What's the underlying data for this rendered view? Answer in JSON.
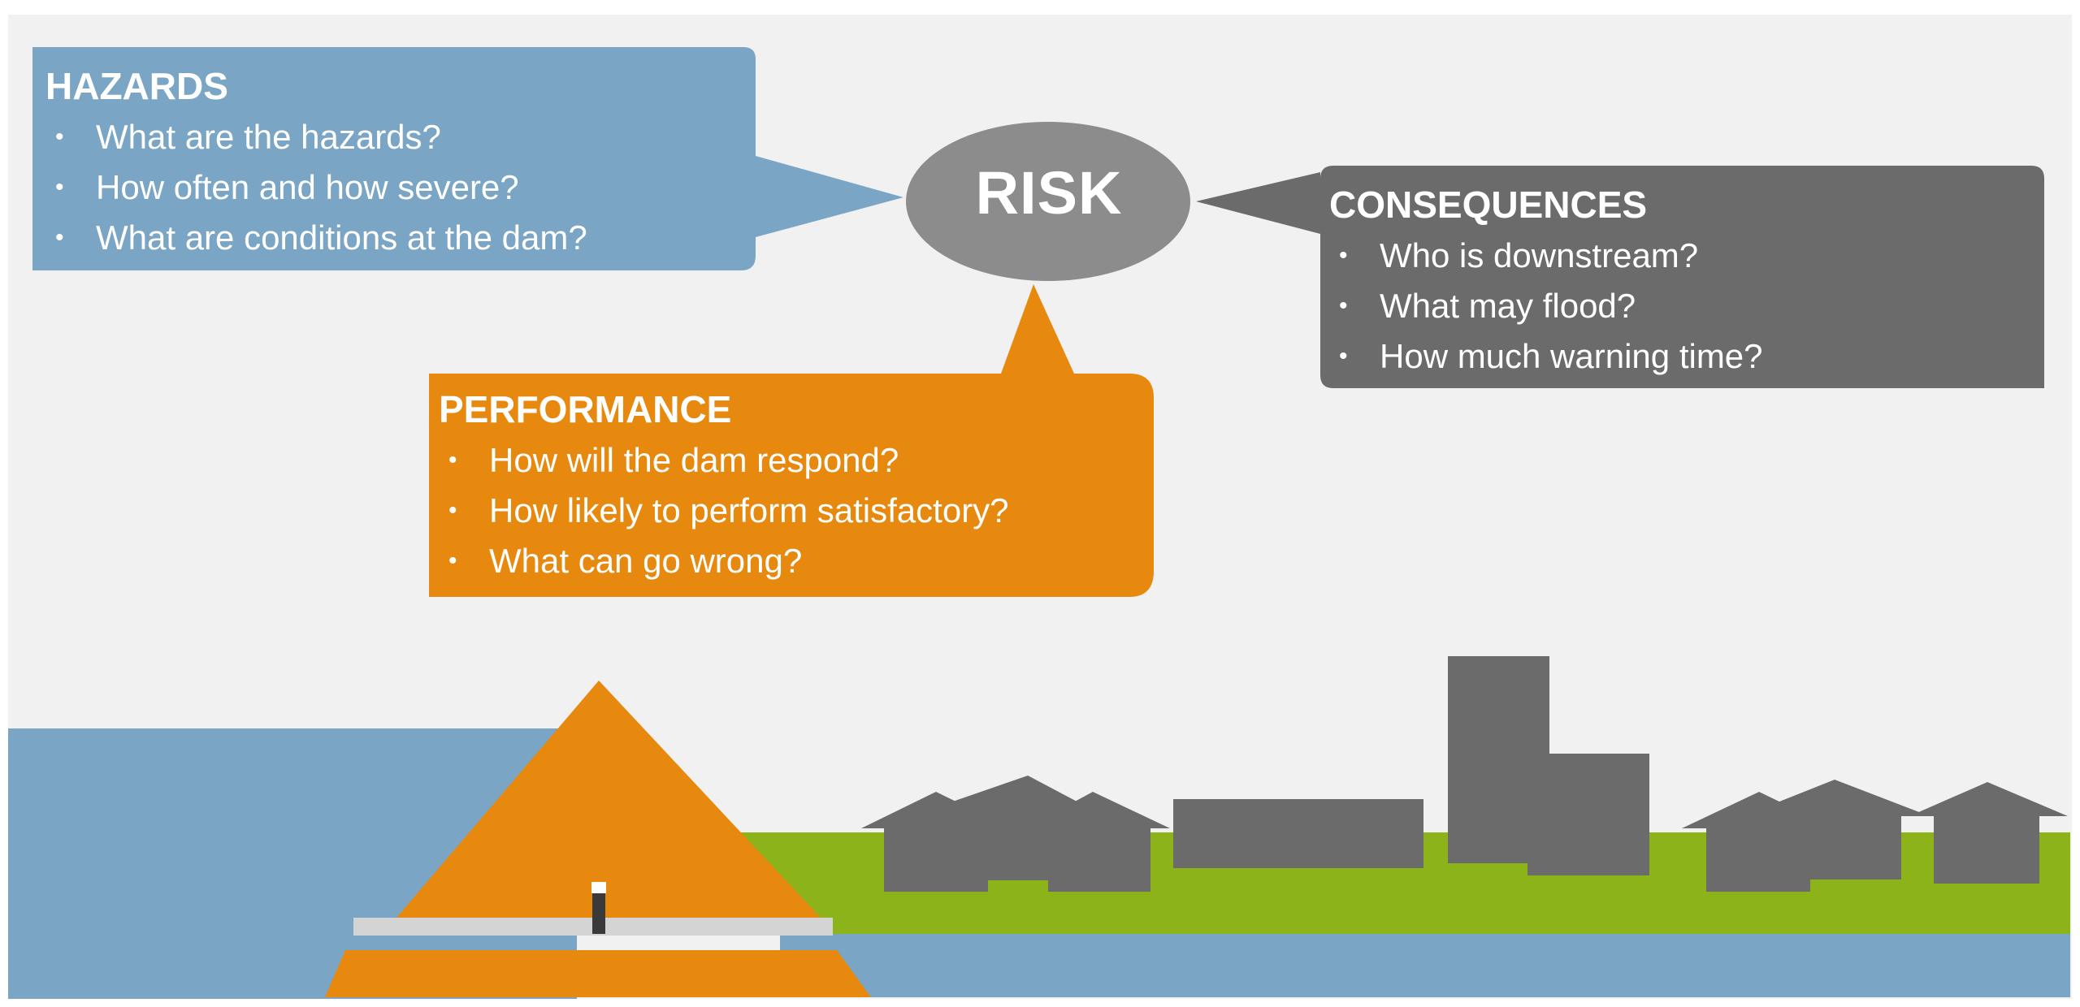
{
  "colors": {
    "background": "#f1f1f1",
    "hazards": "#7aa5c4",
    "performance": "#e8890f",
    "consequences": "#6b6b6b",
    "risk": "#8c8c8c",
    "water": "#7aa5c4",
    "grass": "#8db31a",
    "buildings": "#6b6b6b",
    "dam": "#e8890f"
  },
  "risk": {
    "label": "RISK"
  },
  "hazards": {
    "title": "HAZARDS",
    "items": [
      "What are the hazards?",
      "How often and how severe?",
      "What are conditions at the dam?"
    ]
  },
  "performance": {
    "title": "PERFORMANCE",
    "items": [
      "How will the dam respond?",
      "How likely to perform satisfactory?",
      "What can go wrong?"
    ]
  },
  "consequences": {
    "title": "CONSEQUENCES",
    "items": [
      "Who is downstream?",
      "What may flood?",
      "How much warning time?"
    ]
  }
}
